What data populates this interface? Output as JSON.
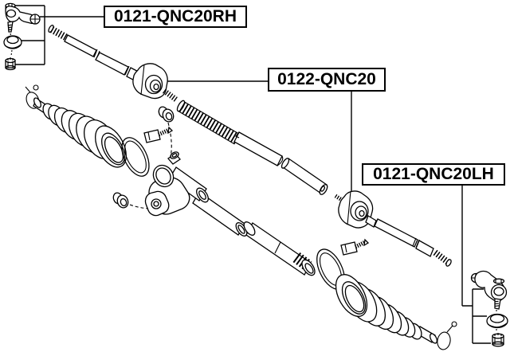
{
  "page": {
    "background": "#ffffff",
    "line_color": "#000000"
  },
  "labels": {
    "tie_rod_end_rh": "0121-QNC20RH",
    "axial_joint": "0122-QNC20",
    "tie_rod_end_lh": "0121-QNC20LH"
  },
  "parts": [
    "tie-rod-end-right",
    "castle-nut",
    "ball-joint-dust-cover",
    "inner-tie-rod-axial-joint",
    "steering-rack",
    "steering-gear-housing",
    "rack-tube",
    "mount-bushing",
    "boot-clamp",
    "steering-rack-boot",
    "boot-wire-clip",
    "tie-rod-end-left"
  ]
}
